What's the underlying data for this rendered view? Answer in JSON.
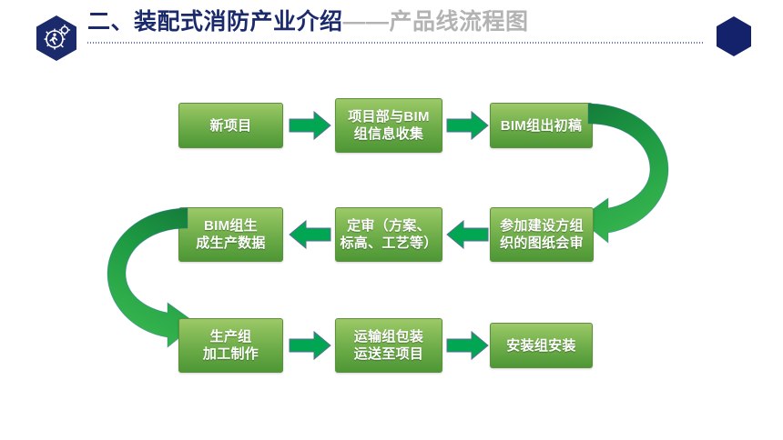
{
  "header": {
    "title_main": "二、装配式消防产业介绍",
    "title_sub": "——产品线流程图",
    "logo_icon": "hexagon-gear-person-icon",
    "right_marker_icon": "hexagon-marker-icon",
    "divider_icon": "dotted-divider",
    "colors": {
      "navy": "#1b2a6b",
      "gray": "#b3b3b3",
      "background": "#ffffff"
    }
  },
  "flowchart": {
    "type": "process-flow",
    "accent_green": "#00a651",
    "box_fill_top": "#9ec96a",
    "box_fill_bottom": "#4e9636",
    "box_border": "#5d8f3f",
    "rows": [
      {
        "direction": "left-to-right",
        "boxes": [
          {
            "id": "n1",
            "label": "新项目"
          },
          {
            "id": "n2",
            "label": "项目部与BIM\n组信息收集"
          },
          {
            "id": "n3",
            "label": "BIM组出初稿"
          }
        ]
      },
      {
        "direction": "right-to-left",
        "boxes": [
          {
            "id": "n4",
            "label": "BIM组生\n成生产数据"
          },
          {
            "id": "n5",
            "label": "定审（方案、\n标高、工艺等）"
          },
          {
            "id": "n6",
            "label": "参加建设方组\n织的图纸会审"
          }
        ]
      },
      {
        "direction": "left-to-right",
        "boxes": [
          {
            "id": "n7",
            "label": "生产组\n加工制作"
          },
          {
            "id": "n8",
            "label": "运输组包装\n运送至项目"
          },
          {
            "id": "n9",
            "label": "安装组安装"
          }
        ]
      }
    ],
    "connectors": [
      {
        "id": "a1",
        "icon": "arrow-right-icon",
        "from": "n1",
        "to": "n2"
      },
      {
        "id": "a2",
        "icon": "arrow-right-icon",
        "from": "n2",
        "to": "n3"
      },
      {
        "id": "c1",
        "icon": "curved-arrow-down-left-icon",
        "from": "n3",
        "to": "n6"
      },
      {
        "id": "a3",
        "icon": "arrow-left-icon",
        "from": "n6",
        "to": "n5"
      },
      {
        "id": "a4",
        "icon": "arrow-left-icon",
        "from": "n5",
        "to": "n4"
      },
      {
        "id": "c2",
        "icon": "curved-arrow-down-right-icon",
        "from": "n4",
        "to": "n7"
      },
      {
        "id": "a5",
        "icon": "arrow-right-icon",
        "from": "n7",
        "to": "n8"
      },
      {
        "id": "a6",
        "icon": "arrow-right-icon",
        "from": "n8",
        "to": "n9"
      }
    ]
  }
}
